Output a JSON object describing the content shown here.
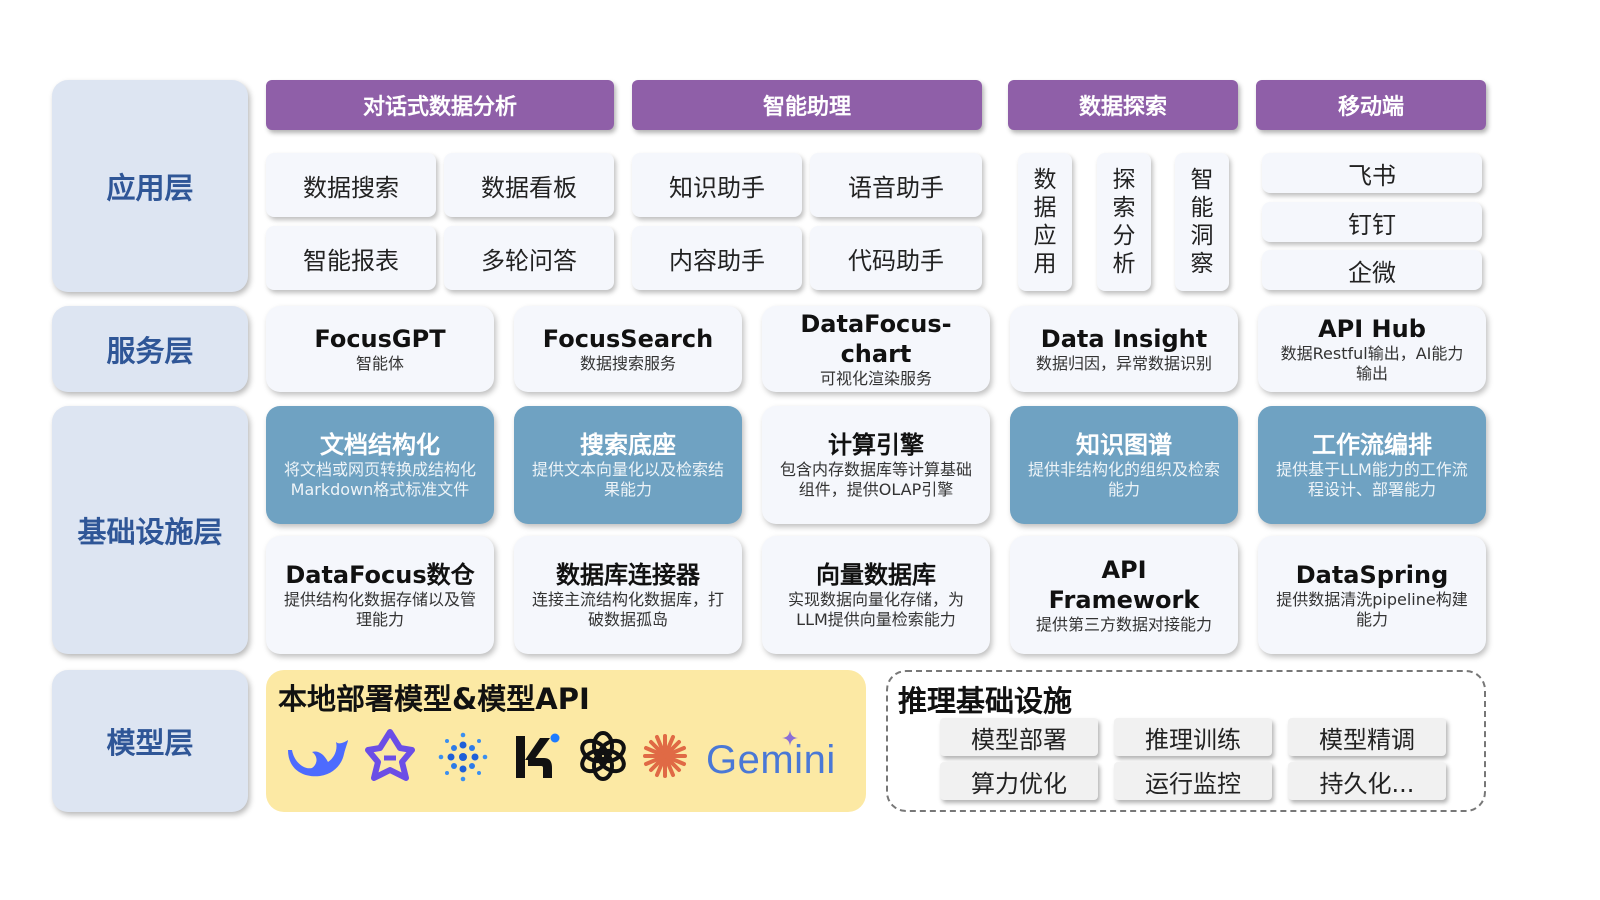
{
  "layers": {
    "app": "应用层",
    "service": "服务层",
    "infrastructure": "基础设施层",
    "model": "模型层"
  },
  "app_layer": {
    "categories": [
      "对话式数据分析",
      "智能助理",
      "数据探索",
      "移动端"
    ],
    "conversational": [
      "数据搜索",
      "数据看板",
      "智能报表",
      "多轮问答"
    ],
    "assistant": [
      "知识助手",
      "语音助手",
      "内容助手",
      "代码助手"
    ],
    "explore": [
      "数\n据\n应\n用",
      "探\n索\n分\n析",
      "智\n能\n洞\n察"
    ],
    "mobile": [
      "飞书",
      "钉钉",
      "企微"
    ]
  },
  "service_layer": [
    {
      "title": "FocusGPT",
      "sub": "智能体"
    },
    {
      "title": "FocusSearch",
      "sub": "数据搜索服务"
    },
    {
      "title": "DataFocus-chart",
      "sub": "可视化渲染服务"
    },
    {
      "title": "Data Insight",
      "sub": "数据归因，异常数据识别"
    },
    {
      "title": "API Hub",
      "sub": "数据Restful输出，AI能力输出"
    }
  ],
  "infra_row1": [
    {
      "title": "文档结构化",
      "sub": "将文档或网页转换成结构化Markdown格式标准文件",
      "highlight": true
    },
    {
      "title": "搜索底座",
      "sub": "提供文本向量化以及检索结果能力",
      "highlight": true
    },
    {
      "title": "计算引擎",
      "sub": "包含内存数据库等计算基础组件，提供OLAP引擎",
      "highlight": false
    },
    {
      "title": "知识图谱",
      "sub": "提供非结构化的组织及检索能力",
      "highlight": true
    },
    {
      "title": "工作流编排",
      "sub": "提供基于LLM能力的工作流程设计、部署能力",
      "highlight": true
    }
  ],
  "infra_row2": [
    {
      "title": "DataFocus数仓",
      "sub": "提供结构化数据存储以及管理能力"
    },
    {
      "title": "数据库连接器",
      "sub": "连接主流结构化数据库，打破数据孤岛"
    },
    {
      "title": "向量数据库",
      "sub": "实现数据向量化存储，为LLM提供向量检索能力"
    },
    {
      "title": "API Framework",
      "sub": "提供第三方数据对接能力"
    },
    {
      "title": "DataSpring",
      "sub": "提供数据清洗pipeline构建能力"
    }
  ],
  "model_layer": {
    "local_title": "本地部署模型&模型API",
    "logos": [
      "deepseek-whale-icon",
      "qwen-icon",
      "starburst-dots-icon",
      "kimi-icon",
      "openai-icon",
      "claude-icon"
    ],
    "gemini_text": "Gemini",
    "infra_title": "推理基础设施",
    "infra_items": [
      "模型部署",
      "推理训练",
      "模型精调",
      "算力优化",
      "运行监控",
      "持久化..."
    ]
  },
  "colors": {
    "layer_bg": "#dde5f2",
    "layer_text": "#2f5697",
    "category": "#8f5fa8",
    "highlight_card": "#6fa2c2",
    "model_bg": "#fce9a4"
  }
}
